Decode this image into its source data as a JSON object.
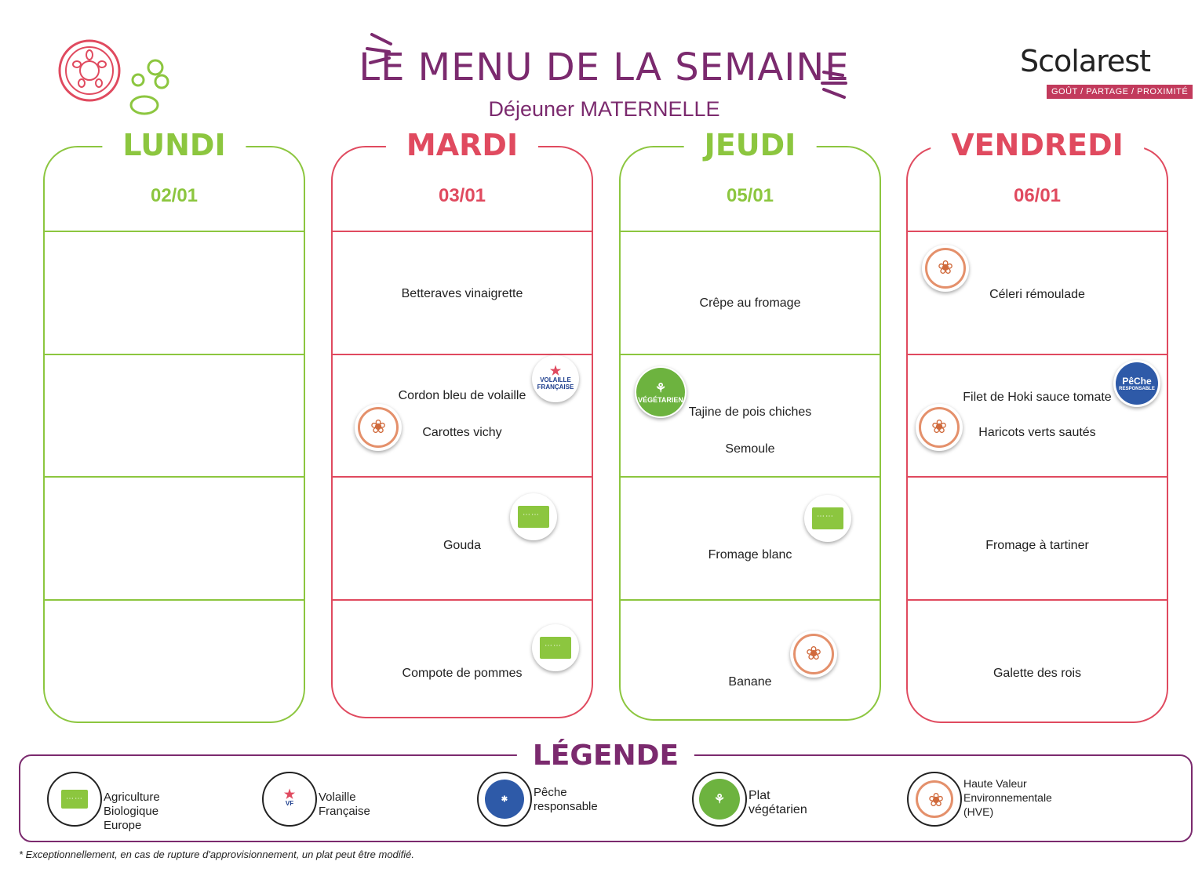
{
  "header": {
    "title": "LE MENU DE LA SEMAINE",
    "subtitle": "Déjeuner MATERNELLE"
  },
  "logo": {
    "name": "Scolarest",
    "tagline": "GOÛT / PARTAGE / PROXIMITÉ"
  },
  "colors": {
    "green": "#8cc63f",
    "red": "#e04a5f",
    "purple": "#7b2a6e"
  },
  "days": [
    {
      "name": "LUNDI",
      "date": "02/01",
      "slots": [
        [],
        [],
        [],
        []
      ]
    },
    {
      "name": "MARDI",
      "date": "03/01",
      "slots": [
        [
          "Betteraves vinaigrette"
        ],
        [
          "Cordon bleu de volaille",
          "Carottes vichy"
        ],
        [
          "Gouda"
        ],
        [
          "Compote de pommes"
        ]
      ]
    },
    {
      "name": "JEUDI",
      "date": "05/01",
      "slots": [
        [
          "Crêpe au fromage"
        ],
        [
          "Tajine de pois chiches",
          "Semoule"
        ],
        [
          "Fromage blanc"
        ],
        [
          "Banane"
        ]
      ]
    },
    {
      "name": "VENDREDI",
      "date": "06/01",
      "slots": [
        [
          "Céleri rémoulade"
        ],
        [
          "Filet de Hoki sauce tomate",
          "Haricots verts sautés"
        ],
        [
          "Fromage à tartiner"
        ],
        [
          "Galette des rois"
        ]
      ]
    }
  ],
  "badges": {
    "veg_label": "VÉGÉTARIEN",
    "peche_label": "PêChe",
    "peche_sub": "RESPONSABLE",
    "volaille_label": "VOLAILLE FRANÇAISE"
  },
  "legend": {
    "title": "LÉGENDE",
    "items": [
      {
        "icon": "bio-icon",
        "label": "Agriculture\nBiologique\nEurope"
      },
      {
        "icon": "volaille-icon",
        "label": "Volaille Française"
      },
      {
        "icon": "peche-icon",
        "label": "Pêche\nresponsable"
      },
      {
        "icon": "veg-icon",
        "label": "Plat\nvégétarien"
      },
      {
        "icon": "hve-icon",
        "label": "Haute Valeur\nEnvironnementale\n(HVE)"
      }
    ]
  },
  "footnote": "* Exceptionnellement, en cas de rupture d'approvisionnement, un plat peut être modifié."
}
